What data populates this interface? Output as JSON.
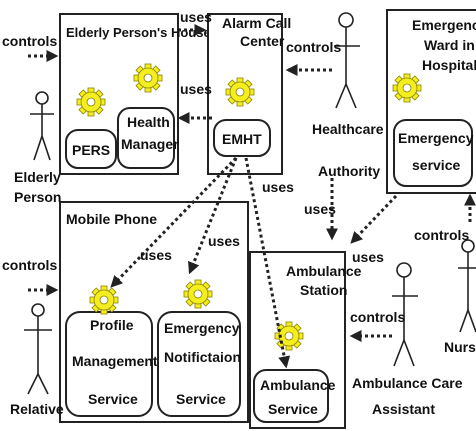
{
  "colors": {
    "gear": "#f5ee1e",
    "gear_stroke": "#8a8200",
    "line": "#222222",
    "background": "#ffffff"
  },
  "components": {
    "elderly_house": "Elderly Person's House",
    "pers": "PERS",
    "health_manager": [
      "Health",
      "Manager"
    ],
    "alarm_center": [
      "Alarm Call",
      "Center"
    ],
    "emht": "EMHT",
    "emergency_ward": [
      "Emergency",
      "Ward in",
      "Hospital"
    ],
    "emergency_service": [
      "Emergency",
      "service"
    ],
    "mobile_phone": "Mobile Phone",
    "profile_service": [
      "Profile",
      "Management",
      "Service"
    ],
    "notification_service": [
      "Emergency",
      "Notifictaion",
      "Service"
    ],
    "ambulance_station": [
      "Ambulance",
      "Station"
    ],
    "ambulance_service": [
      "Ambulance",
      "Service"
    ]
  },
  "actors": {
    "elderly_person": [
      "Elderly",
      "Person"
    ],
    "relative": "Relative",
    "healthcare_authority": [
      "Healthcare",
      "Authority"
    ],
    "ambulance_assistant": [
      "Ambulance Care",
      "Assistant"
    ],
    "nurse": "Nurs"
  },
  "relations": {
    "controls": "controls",
    "uses": "uses"
  }
}
